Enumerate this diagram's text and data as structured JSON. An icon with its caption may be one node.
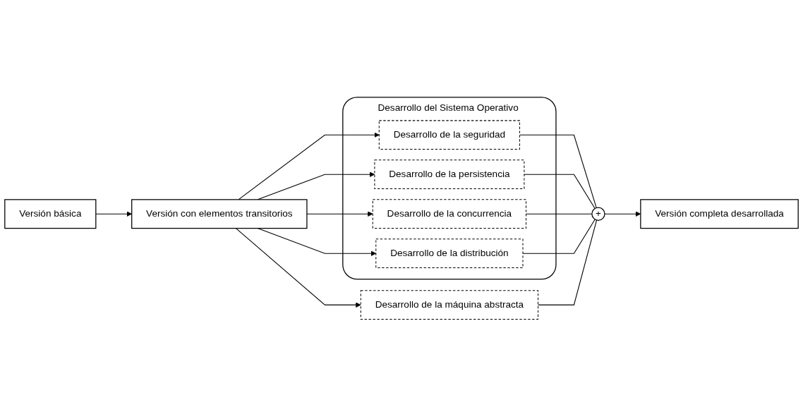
{
  "diagram": {
    "nodes": [
      {
        "text": [
          "Versión básica"
        ]
      },
      {
        "text": [
          "Versión con elementos transitorios"
        ]
      },
      {
        "text": [
          "Desarrollo del Sistema Operativo"
        ]
      },
      {
        "text": [
          "Desarrollo de la seguridad"
        ],
        "in": 2
      },
      {
        "text": [
          "Desarrollo de la persistencia"
        ],
        "in": 2
      },
      {
        "text": [
          "Desarrollo de la concurrencia"
        ],
        "in": 2
      },
      {
        "text": [
          "Desarrollo de la distribución"
        ],
        "in": 2
      },
      {
        "text": [
          "Desarrollo de la máquina abstracta"
        ]
      },
      {
        "text": [
          "+"
        ]
      },
      {
        "text": [
          "Versión completa desarrollada"
        ]
      }
    ],
    "edges": [
      {
        "from": 0,
        "to": 1,
        "arrow": "to"
      },
      {
        "from": 1,
        "to": 3,
        "arrow": "to"
      },
      {
        "from": 1,
        "to": 4,
        "arrow": "to"
      },
      {
        "from": 1,
        "to": 5,
        "arrow": "to"
      },
      {
        "from": 1,
        "to": 6,
        "arrow": "to"
      },
      {
        "from": 1,
        "to": 7,
        "arrow": "to"
      },
      {
        "from": 3,
        "to": 8,
        "arrow": "none"
      },
      {
        "from": 4,
        "to": 8,
        "arrow": "none"
      },
      {
        "from": 5,
        "to": 8,
        "arrow": "none"
      },
      {
        "from": 6,
        "to": 8,
        "arrow": "none"
      },
      {
        "from": 7,
        "to": 8,
        "arrow": "none"
      },
      {
        "from": 8,
        "to": 9,
        "arrow": "to"
      }
    ]
  }
}
